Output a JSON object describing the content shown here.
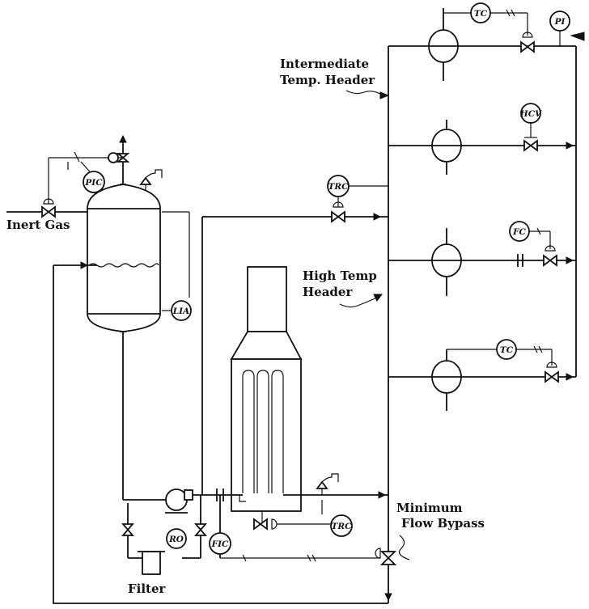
{
  "labels": {
    "inert_gas": "Inert Gas",
    "filter": "Filter",
    "intermediate_line1": "Intermediate",
    "intermediate_line2": "Temp. Header",
    "high_line1": "High Temp",
    "high_line2": "Header",
    "min_line1": "Minimum",
    "min_line2": "Flow Bypass"
  },
  "instruments": {
    "pic": "PIC",
    "lia": "LIA",
    "trc_top": "TRC",
    "trc_bottom": "TRC",
    "fic": "FIC",
    "ro": "RO",
    "tc_top": "TC",
    "pi": "PI",
    "hcv": "HCV",
    "fc": "FC",
    "tc_lower": "TC"
  }
}
